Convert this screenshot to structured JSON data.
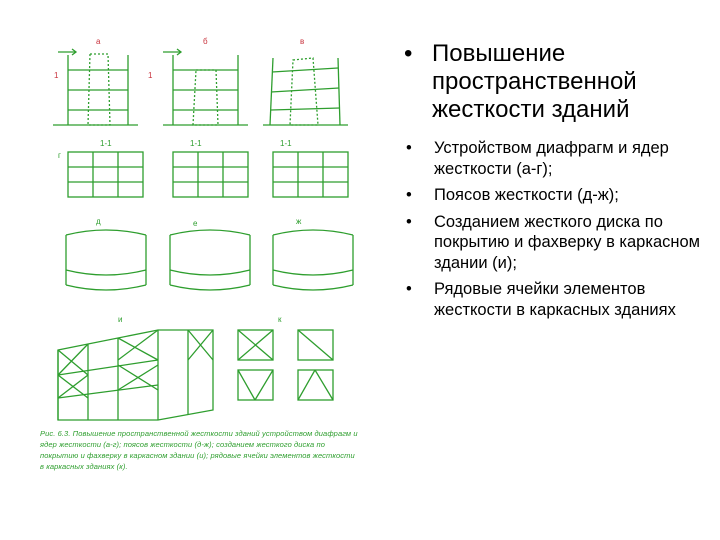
{
  "figure": {
    "panel_labels_row1": [
      "а",
      "б",
      "в"
    ],
    "panel_labels_row2": [
      "1-1",
      "1-1",
      "1-1"
    ],
    "row2_side_label": "г",
    "panel_labels_row3": [
      "д",
      "е",
      "ж"
    ],
    "panel_labels_row4": [
      "и",
      "к"
    ],
    "marker_1": "1",
    "marker_2": "1",
    "caption": "Рис. 6.3. Повышение пространственной жесткости зданий устройством диафрагм и ядер жесткости (а-г); поясов жесткости (д-ж); созданием жесткого диска по покрытию и фахверку в каркасном здании (и); рядовые ячейки элементов жесткости в каркасных зданиях (к)."
  },
  "slide": {
    "heading": "Повышение пространственной жесткости зданий",
    "bullets": [
      "Устройством диафрагм и ядер жесткости (а-г);",
      "Поясов жесткости (д-ж);",
      "Созданием жесткого диска по покрытию и фахверку в каркасном здании (и);",
      "Рядовые ячейки элементов жесткости в каркасных зданиях"
    ],
    "bullet_glyph": "•"
  },
  "colors": {
    "drawing": "#2e9e2e",
    "labels": "#c8323c",
    "text": "#000000"
  }
}
